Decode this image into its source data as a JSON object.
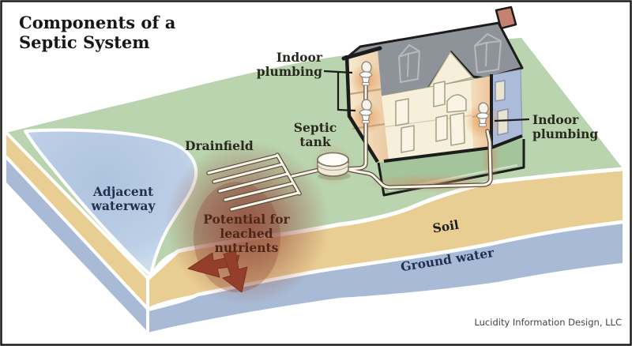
{
  "title": {
    "line1": "Components of a",
    "line2": "Septic System"
  },
  "labels": {
    "indoor_plumbing_left": {
      "line1": "Indoor",
      "line2": "plumbing"
    },
    "indoor_plumbing_right": {
      "line1": "Indoor",
      "line2": "plumbing"
    },
    "septic_tank": {
      "line1": "Septic",
      "line2": "tank"
    },
    "drainfield": "Drainfield",
    "adjacent_waterway": {
      "line1": "Adjacent",
      "line2": "waterway"
    },
    "leached_nutrients": {
      "line1": "Potential for",
      "line2": "leached",
      "line3": "nutrients"
    },
    "soil": "Soil",
    "ground_water": "Ground water"
  },
  "credit": "Lucidity Information Design, LLC",
  "colors": {
    "surface_green": "#b9d4af",
    "soil_tan": "#e9ce93",
    "ground_water_blue": "#a8bad5",
    "waterway_blue": "#b2c6e0",
    "leach_plume_red": "#97503f",
    "arrow_red": "#933f2c",
    "roof_gray": "#8e939a",
    "wall_cream": "#f6f0da",
    "side_wall_blue": "#adbbdb",
    "chimney_brick": "#c58270",
    "outline_black": "#1c1c1c",
    "pipe_white": "#faf3e6"
  }
}
